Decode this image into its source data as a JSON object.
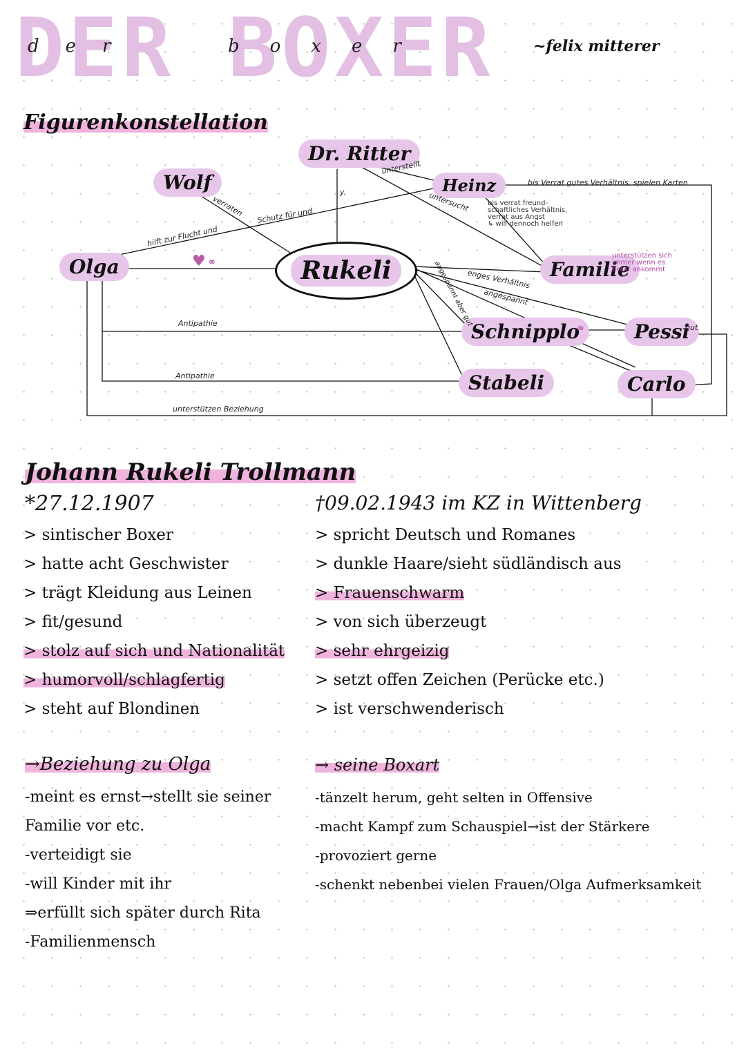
{
  "title": {
    "main": "DER BOXER",
    "handwritten_word1": "der",
    "handwritten_word2": "boxer",
    "author": "~felix mitterer"
  },
  "figures_heading": "Figurenkonstellation",
  "diagram": {
    "nodes": {
      "ritter": "Dr. Ritter",
      "wolf": "Wolf",
      "heinz": "Heinz",
      "olga": "Olga",
      "rukeli": "Rukeli",
      "familie": "Familie",
      "schnippdo": "Schnipplo",
      "pessi": "Pessi",
      "stabeli": "Stabeli",
      "carlo": "Carlo"
    },
    "labels": {
      "unterstellt": "unterstellt",
      "y": "y.",
      "bis_verrat": "bis Verrat gutes Verhältnis, spielen Karten",
      "untersucht": "untersucht",
      "bis_verrat_freund": "bis verrat freund-\nschaftliches Verhältnis,\nverrat aus Angst\n↳ will dennoch helfen",
      "verraten": "verraten",
      "schutz": "Schutz für und",
      "hilft": "hilft zur Flucht und",
      "unterstuetzen_sich": "unterstützen sich\nimmer wenn es\ndrauf ankommt",
      "enges": "enges Verhältnis",
      "angespannt": "angespannt",
      "angespannt_aber_gut": "angespannt aber gut",
      "gut": "gut",
      "antipathie1": "Antipathie",
      "antipathie2": "Antipathie",
      "unterstuetzen_beziehung": "unterstützen Beziehung"
    }
  },
  "person": {
    "name": "Johann Rukeli Trollmann",
    "born": "*27.12.1907",
    "died": "†09.02.1943 im KZ in Wittenberg",
    "traits_left": [
      "> sintischer Boxer",
      "> hatte acht Geschwister",
      "> trägt Kleidung aus Leinen",
      "> fit/gesund",
      "> stolz auf sich und Nationalität",
      "> humorvoll/schlagfertig",
      "> steht auf Blondinen"
    ],
    "traits_right": [
      "> spricht Deutsch und Romanes",
      "> dunkle Haare/sieht südländisch aus",
      "> Frauenschwarm",
      "> von sich überzeugt",
      "> sehr ehrgeizig",
      "> setzt offen Zeichen (Perücke etc.)",
      "> ist verschwenderisch"
    ]
  },
  "relationship": {
    "heading": "→Beziehung zu Olga",
    "lines": [
      "-meint es ernst→stellt sie seiner",
      "Familie vor etc.",
      "-verteidigt sie",
      "-will Kinder mit ihr",
      "⇒erfüllt sich später durch Rita",
      "-Familienmensch"
    ]
  },
  "boxing": {
    "heading": "→ seine Boxart",
    "lines": [
      "-tänzelt herum, geht selten in Offensive",
      "-macht Kampf zum Schauspiel→ist der Stärkere",
      "-provoziert gerne",
      "-schenkt nebenbei vielen Frauen/Olga Aufmerksamkeit"
    ]
  },
  "colors": {
    "accent": "#e7c6ea",
    "highlight": "#efb3dd",
    "title": "#e2bfe3"
  }
}
